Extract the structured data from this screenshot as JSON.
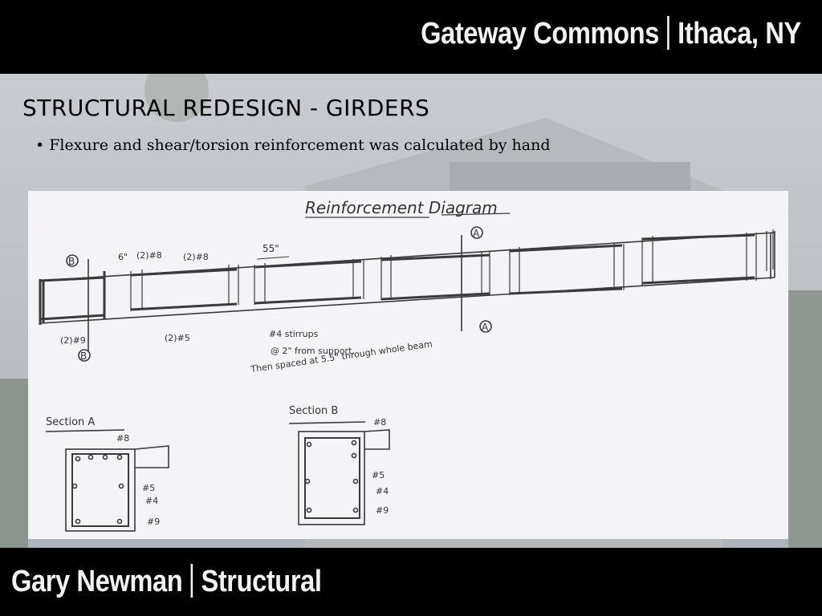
{
  "header": {
    "title_left": "Gateway Commons",
    "title_right": "Ithaca, NY"
  },
  "slide": {
    "title": "STRUCTURAL REDESIGN - GIRDERS",
    "bullet": "Flexure and shear/torsion reinforcement was calculated by hand"
  },
  "sketch": {
    "title": "Reinforcement Diagram",
    "labels": {
      "b_top": "B",
      "b_bottom": "B",
      "a_top": "A",
      "a_bottom": "A",
      "dim_6": "6\"",
      "top_bars_1": "(2)#8",
      "top_bars_2": "(2)#8",
      "dim_55": "55\"",
      "bot_bars_1": "(2)#9",
      "bot_bars_2": "(2)#5",
      "stirrups_1": "#4 stirrups",
      "stirrups_2": "@ 2\" from support,",
      "stirrups_3": "Then spaced at 5.5\" through whole beam",
      "section_a": "Section A",
      "section_b": "Section B",
      "sa_8": "#8",
      "sa_5": "#5",
      "sa_4": "#4",
      "sa_9": "#9",
      "sb_8": "#8",
      "sb_5": "#5",
      "sb_4": "#4",
      "sb_9": "#9"
    }
  },
  "footer": {
    "name": "Gary Newman",
    "discipline": "Structural"
  }
}
